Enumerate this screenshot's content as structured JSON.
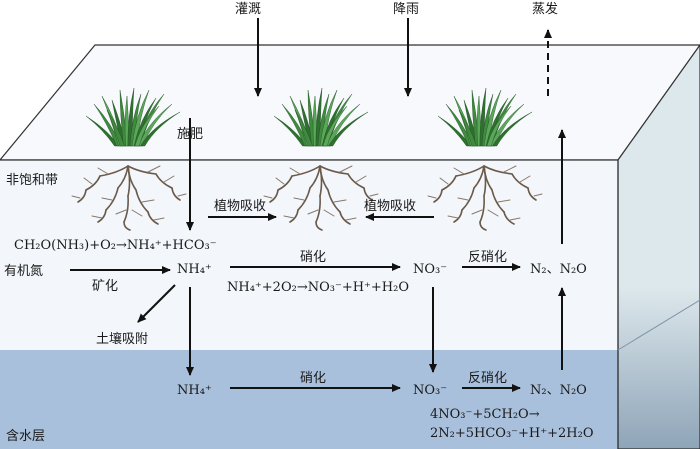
{
  "colors": {
    "unsaturated_zone": "#f3f6fb",
    "aquifer": "#a9c0dc",
    "top_face": "#f7f9fc",
    "side_face_top": "#dde8ec",
    "side_face_bottom": "#8ea4b8",
    "grass": "#3f8a3f",
    "root": "#6b5a4a"
  },
  "labels": {
    "irrigation": "灌溉",
    "rainfall": "降雨",
    "evaporation": "蒸发",
    "fertilization": "施肥",
    "unsaturated_zone": "非饱和带",
    "aquifer": "含水层",
    "plant_uptake_left": "植物吸收",
    "plant_uptake_right": "植物吸收",
    "organic_n": "有机氮",
    "mineralization": "矿化",
    "soil_adsorption": "土壤吸附",
    "nitrification_upper": "硝化",
    "nitrification_lower": "硝化",
    "denitrification_upper": "反硝化",
    "denitrification_lower": "反硝化"
  },
  "species": {
    "nh4_upper": "NH₄⁺",
    "no3_upper": "NO₃⁻",
    "n2_n2o_upper": "N₂、N₂O",
    "nh4_lower": "NH₄⁺",
    "no3_lower": "NO₃⁻",
    "n2_n2o_lower": "N₂、N₂O"
  },
  "equations": {
    "mineralization": "CH₂O(NH₃)+O₂→NH₄⁺+HCO₃⁻",
    "nitrification": "NH₄⁺+2O₂→NO₃⁻+H⁺+H₂O",
    "denitrification_line1": "4NO₃⁻+5CH₂O→",
    "denitrification_line2": "2N₂+5HCO₃⁻+H⁺+2H₂O"
  },
  "icons": [
    "grass-icon",
    "root-icon"
  ]
}
